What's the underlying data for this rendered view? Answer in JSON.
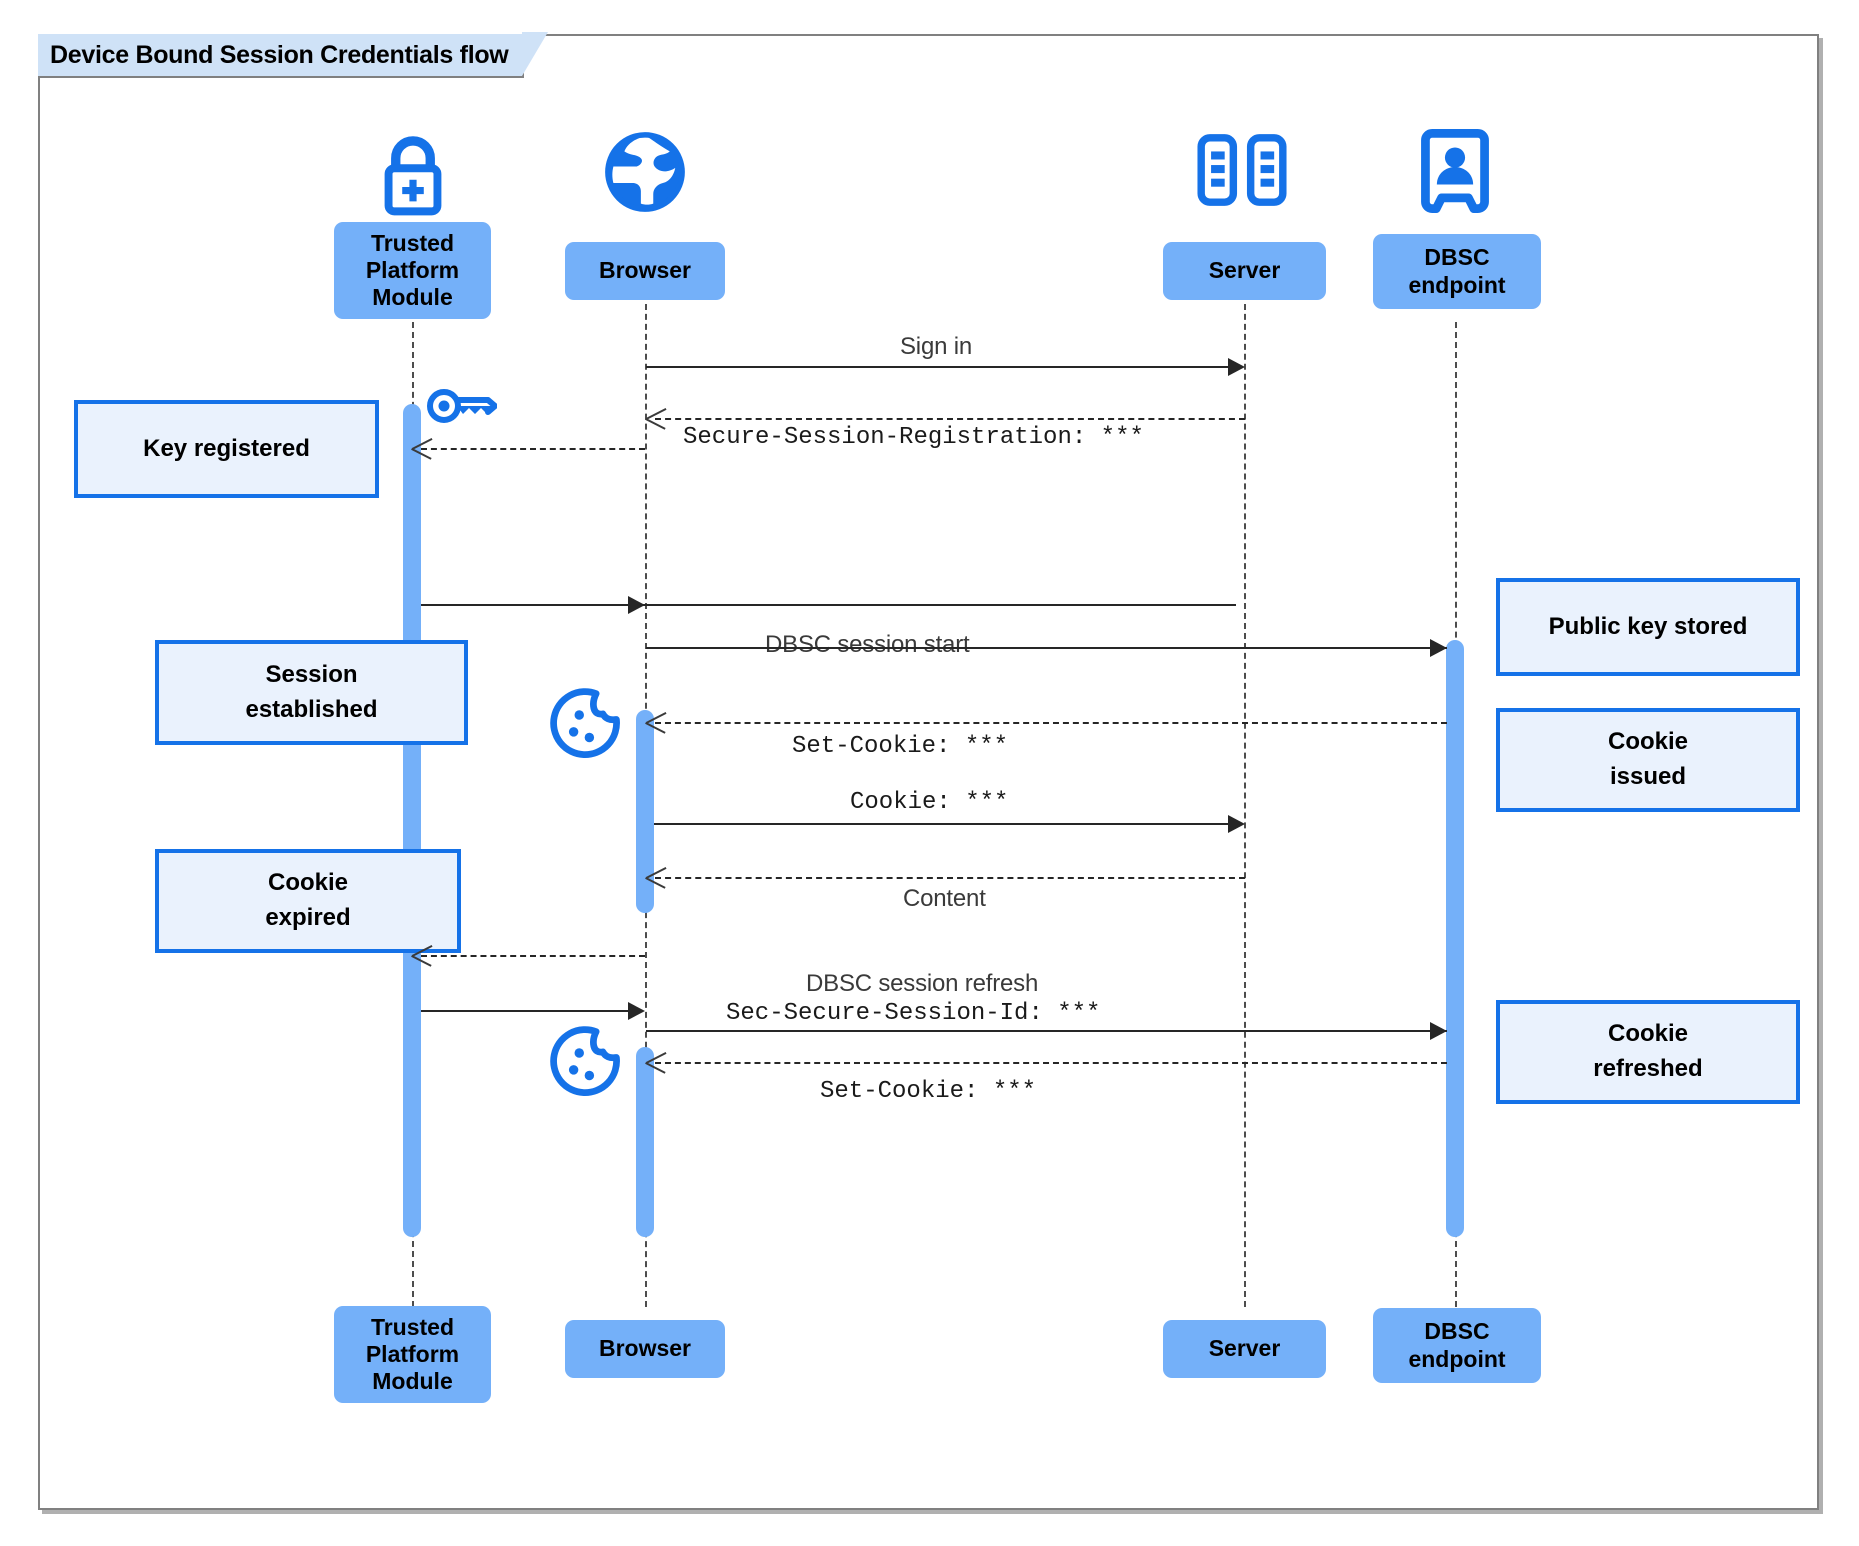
{
  "diagram": {
    "type": "uml-sequence-diagram",
    "title": "Device Bound Session Credentials flow",
    "colors": {
      "participant_fill": "#74b0f9",
      "note_fill": "#eaf2fd",
      "note_border": "#1572e8",
      "activation_fill": "#74b0f9",
      "icon_blue": "#1572e8",
      "frame_border": "#808080",
      "tab_fill": "#cfe2f7",
      "line": "#262626"
    },
    "participants": [
      {
        "id": "tpm",
        "label": "Trusted\nPlatform\nModule",
        "label_line1": "Trusted",
        "label_line2": "Platform",
        "label_line3": "Module",
        "icon": "padlock-plus-icon"
      },
      {
        "id": "browser",
        "label": "Browser",
        "icon": "globe-icon"
      },
      {
        "id": "server",
        "label": "Server",
        "icon": "server-rack-icon"
      },
      {
        "id": "dbsc",
        "label": "DBSC\nendpoint",
        "label_line1": "DBSC",
        "label_line2": "endpoint",
        "icon": "id-badge-icon"
      }
    ],
    "messages": [
      {
        "id": "m1",
        "text": "Sign in",
        "font": "sans",
        "from": "browser",
        "to": "server",
        "style": "solid"
      },
      {
        "id": "m2",
        "text": "Secure-Session-Registration: ***",
        "font": "mono",
        "from": "server",
        "to": "browser",
        "style": "dashed"
      },
      {
        "id": "m3",
        "text": "",
        "font": "sans",
        "from": "tpm",
        "to": "browser",
        "style": "solid"
      },
      {
        "id": "m4",
        "text": "DBSC session start",
        "font": "sans",
        "from": "browser",
        "to": "dbsc",
        "style": "solid"
      },
      {
        "id": "m5",
        "text": "Set-Cookie: ***",
        "font": "mono",
        "from": "dbsc",
        "to": "browser",
        "style": "dashed"
      },
      {
        "id": "m6",
        "text": "Cookie: ***",
        "font": "mono",
        "from": "browser",
        "to": "server",
        "style": "solid"
      },
      {
        "id": "m7",
        "text": "Content",
        "font": "sans",
        "from": "server",
        "to": "browser",
        "style": "dashed"
      },
      {
        "id": "m8",
        "text": "",
        "font": "sans",
        "from": "browser",
        "to": "tpm",
        "style": "dashed"
      },
      {
        "id": "m9",
        "text": "DBSC session refresh",
        "font": "sans",
        "from": "tpm",
        "to": "browser",
        "style": "solid"
      },
      {
        "id": "m10",
        "text": "Sec-Secure-Session-Id: ***",
        "font": "mono",
        "from": "browser",
        "to": "dbsc",
        "style": "solid"
      },
      {
        "id": "m11",
        "text": "Set-Cookie: ***",
        "font": "mono",
        "from": "dbsc",
        "to": "browser",
        "style": "dashed"
      }
    ],
    "notes": [
      {
        "id": "n1",
        "text": "Key registered",
        "line1": "Key registered",
        "line2": "",
        "side": "left",
        "attached_to": "tpm"
      },
      {
        "id": "n2",
        "text": "Session established",
        "line1": "Session",
        "line2": "established",
        "side": "left",
        "attached_to": "tpm"
      },
      {
        "id": "n3",
        "text": "Cookie expired",
        "line1": "Cookie",
        "line2": "expired",
        "side": "left",
        "attached_to": "tpm"
      },
      {
        "id": "n4",
        "text": "Public key stored",
        "line1": "Public key stored",
        "line2": "",
        "side": "right",
        "attached_to": "dbsc"
      },
      {
        "id": "n5",
        "text": "Cookie issued",
        "line1": "Cookie",
        "line2": "issued",
        "side": "right",
        "attached_to": "dbsc"
      },
      {
        "id": "n6",
        "text": "Cookie refreshed",
        "line1": "Cookie",
        "line2": "refreshed",
        "side": "right",
        "attached_to": "dbsc"
      }
    ],
    "decorative_icons": [
      {
        "id": "d1",
        "name": "key-icon",
        "near": "tpm"
      },
      {
        "id": "d2",
        "name": "cookie-icon",
        "near": "browser"
      },
      {
        "id": "d3",
        "name": "cookie-icon",
        "near": "browser"
      }
    ]
  }
}
